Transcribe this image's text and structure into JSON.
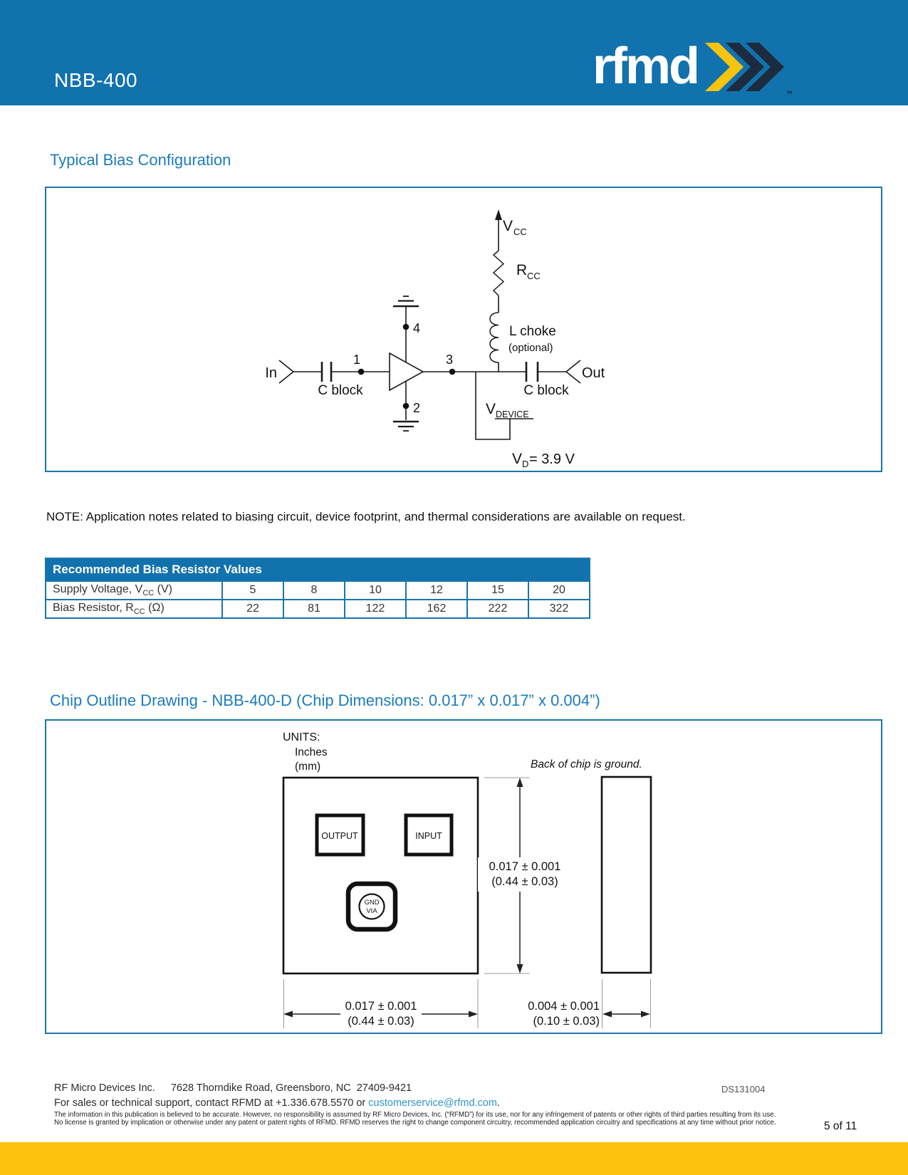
{
  "header": {
    "product": "NBB-400",
    "logo_text": "rfmd",
    "logo_tm": "™"
  },
  "sections": {
    "bias_title": "Typical Bias Configuration",
    "chip_title": "Chip Outline Drawing - NBB-400-D (Chip Dimensions: 0.017” x 0.017” x 0.004”)"
  },
  "circuit": {
    "labels": {
      "in": "In",
      "out": "Out",
      "c_block": "C block",
      "vcc_main": "V",
      "vcc_sub": "CC",
      "rcc_main": "R",
      "rcc_sub": "CC",
      "l_choke": "L choke",
      "l_choke_note": "(optional)",
      "pin1": "1",
      "pin2": "2",
      "pin3": "3",
      "pin4": "4",
      "vdevice_main": "V",
      "vdevice_sub": "DEVICE",
      "vd_main": "V",
      "vd_sub": "D",
      "vd_value": "= 3.9 V"
    }
  },
  "note": "NOTE: Application notes related to biasing circuit, device footprint, and thermal considerations are available on request.",
  "table": {
    "title": "Recommended Bias Resistor Values",
    "rows": [
      {
        "label_main": "Supply Voltage, V",
        "label_sub": "CC",
        "label_end": " (V)",
        "values": [
          "5",
          "8",
          "10",
          "12",
          "15",
          "20"
        ]
      },
      {
        "label_main": "Bias Resistor, R",
        "label_sub": "CC",
        "label_end": " (Ω)",
        "values": [
          "22",
          "81",
          "122",
          "162",
          "222",
          "322"
        ]
      }
    ]
  },
  "chip_drawing": {
    "units_label": "UNITS:",
    "units_primary": "Inches",
    "units_secondary": "(mm)",
    "ground_note": "Back of chip is ground.",
    "pad_output": "OUTPUT",
    "pad_input": "INPUT",
    "via_line1": "GND",
    "via_line2": "VIA",
    "dim_height_in": "0.017 ± 0.001",
    "dim_height_mm": "(0.44 ± 0.03)",
    "dim_width_in": "0.017 ± 0.001",
    "dim_width_mm": "(0.44 ± 0.03)",
    "dim_thickness_in": "0.004 ± 0.001",
    "dim_thickness_mm": "(0.10 ± 0.03)"
  },
  "footer": {
    "company": "RF Micro Devices Inc.",
    "address": "7628 Thorndike Road, Greensboro, NC  27409-9421",
    "doc_number": "DS131004",
    "support_pre": "For sales or technical support, contact RFMD at +1.336.678.5570 or ",
    "support_link": "customerservice@rfmd.com",
    "support_post": ".",
    "legal": "The information in this publication is believed to be accurate. However, no responsibility is assumed by RF Micro Devices, Inc. (“RFMD”) for its use, nor for any infringement of patents or other rights of third parties resulting from its use. No license is granted by implication or otherwise under any patent or patent rights of RFMD. RFMD reserves the right to change component circuitry, recommended application circuitry and specifications at any time without prior notice.",
    "page_number": "5 of 11"
  },
  "colors": {
    "header_blue": "#1272AE",
    "heading_blue": "#1B7CBB",
    "table_border_blue": "#1A75AD",
    "logo_yellow": "#F6C40E",
    "logo_navy": "#1C2B3D",
    "footer_yellow": "#FCC20D",
    "link_blue": "#2E96C8"
  }
}
